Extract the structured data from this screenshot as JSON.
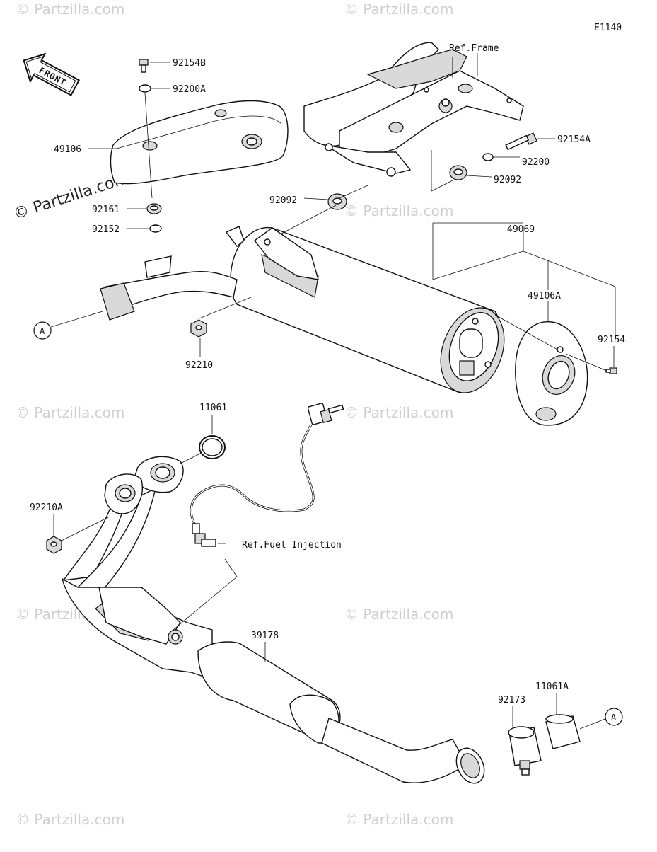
{
  "diagram_code": "E1140",
  "front_arrow": "FRONT",
  "watermark": "© Partzilla.com",
  "watermark_main": "© Partzilla.com",
  "refs": {
    "frame": "Ref.Frame",
    "fuel_injection": "Ref.Fuel Injection"
  },
  "callout_a": "A",
  "parts": {
    "p92154B": "92154B",
    "p92200A": "92200A",
    "p49106": "49106",
    "p92161": "92161",
    "p92152": "92152",
    "p92154A": "92154A",
    "p92200": "92200",
    "p92092_right": "92092",
    "p92092_left": "92092",
    "p49069": "49069",
    "p49106A": "49106A",
    "p92154": "92154",
    "p92210": "92210",
    "p11061": "11061",
    "p92210A": "92210A",
    "p39178": "39178",
    "p92173": "92173",
    "p11061A": "11061A"
  }
}
